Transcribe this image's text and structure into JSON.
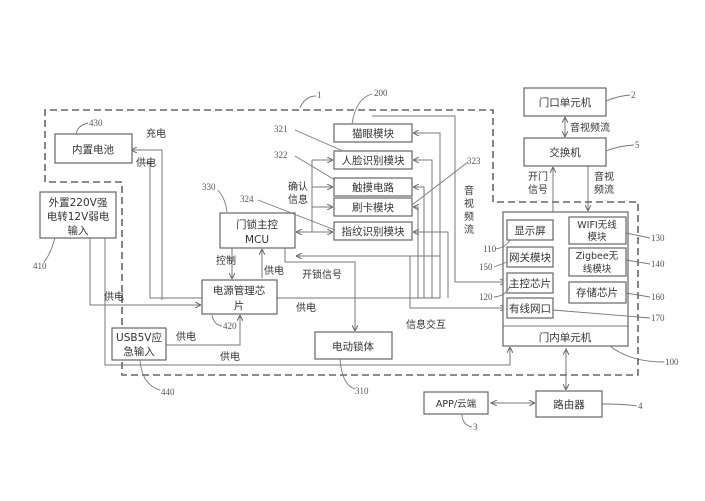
{
  "boxes": {
    "battery": "内置电池",
    "ext_power": [
      "外置220V强",
      "电转12V弱电",
      "输入"
    ],
    "peephole": "猫眼模块",
    "face": "人脸识别模块",
    "touch": "触摸电路",
    "card": "刷卡模块",
    "fingerprint": "指纹识别模块",
    "mcu": [
      "门锁主控",
      "MCU"
    ],
    "pmic": [
      "电源管理芯",
      "片"
    ],
    "usb": [
      "USB5V应",
      "急输入"
    ],
    "lock_body": "电动锁体",
    "door_unit": "门口单元机",
    "switch": "交换机",
    "display": "显示屏",
    "wifi": [
      "WIFI无线",
      "模块"
    ],
    "gateway": "网关模块",
    "zigbee": [
      "Zigbee无",
      "线模块"
    ],
    "main_chip": "主控芯片",
    "storage": "存储芯片",
    "wired_port": "有线网口",
    "indoor_unit": "门内单元机",
    "app_cloud": "APP/云端",
    "router": "路由器"
  },
  "labels": {
    "charge": "充电",
    "supply1": "供电",
    "confirm": [
      "确认",
      "信息"
    ],
    "control": "控制",
    "supply2": "供电",
    "unlock_signal": "开锁信号",
    "supply3": "供电",
    "supply4": "供电",
    "supply5": "供电",
    "supply6": "供电",
    "info_exchange": "信息交互",
    "av_stream_v": [
      "音",
      "视",
      "频",
      "流"
    ],
    "av_stream_top": "音视频流",
    "open_door": [
      "开门",
      "信号"
    ],
    "av_stream_right": [
      "音视",
      "频流"
    ]
  },
  "refs": {
    "r1": "1",
    "r200": "200",
    "r321": "321",
    "r322": "322",
    "r323": "323",
    "r324": "324",
    "r330": "330",
    "r430": "430",
    "r410": "410",
    "r420": "420",
    "r440": "440",
    "r310": "310",
    "r2": "2",
    "r5": "5",
    "r130": "130",
    "r140": "140",
    "r110": "110",
    "r150": "150",
    "r120": "120",
    "r160": "160",
    "r170": "170",
    "r100": "100",
    "r4": "4",
    "r3": "3"
  }
}
